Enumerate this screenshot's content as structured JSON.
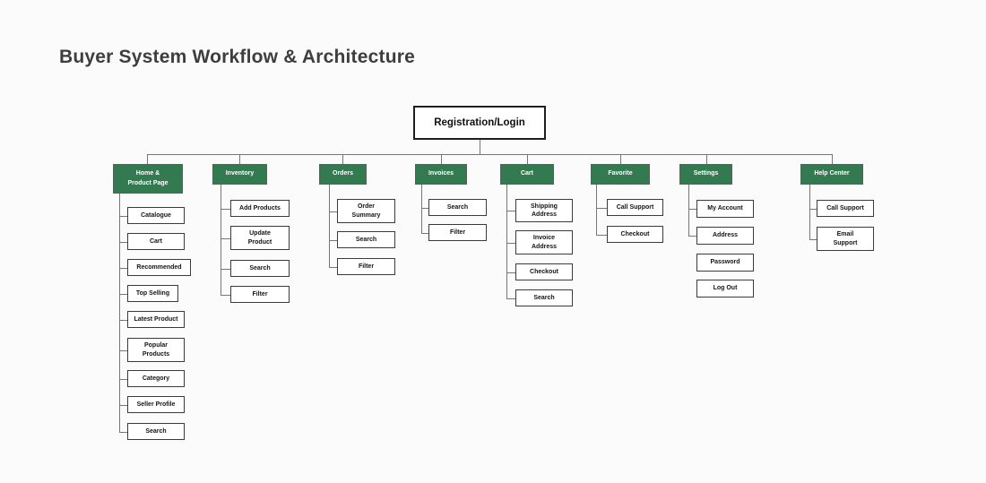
{
  "title": "Buyer System Workflow & Architecture",
  "root": {
    "label": "Registration/Login"
  },
  "columns": [
    {
      "label": "Home &\nProduct Page",
      "children": [
        {
          "label": "Catalogue",
          "connected": true
        },
        {
          "label": "Cart",
          "connected": true
        },
        {
          "label": "Recommended",
          "connected": true
        },
        {
          "label": "Top Selling",
          "connected": true
        },
        {
          "label": "Latest Product",
          "connected": true
        },
        {
          "label": "Popular\nProducts",
          "connected": true
        },
        {
          "label": "Category",
          "connected": true
        },
        {
          "label": "Seller Profile",
          "connected": true
        },
        {
          "label": "Search",
          "connected": true
        }
      ]
    },
    {
      "label": "Inventory",
      "children": [
        {
          "label": "Add Products",
          "connected": true
        },
        {
          "label": "Update\nProduct",
          "connected": true
        },
        {
          "label": "Search",
          "connected": true
        },
        {
          "label": "Filter",
          "connected": true
        }
      ]
    },
    {
      "label": "Orders",
      "children": [
        {
          "label": "Order\nSummary",
          "connected": true
        },
        {
          "label": "Search",
          "connected": true
        },
        {
          "label": "Filter",
          "connected": true
        }
      ]
    },
    {
      "label": "Invoices",
      "children": [
        {
          "label": "Search",
          "connected": true
        },
        {
          "label": "Filter",
          "connected": true
        }
      ]
    },
    {
      "label": "Cart",
      "children": [
        {
          "label": "Shipping\nAddress",
          "connected": true
        },
        {
          "label": "Invoice\nAddress",
          "connected": true
        },
        {
          "label": "Checkout",
          "connected": true
        },
        {
          "label": "Search",
          "connected": true
        }
      ]
    },
    {
      "label": "Favorite",
      "children": [
        {
          "label": "Call Support",
          "connected": true
        },
        {
          "label": "Checkout",
          "connected": true
        }
      ]
    },
    {
      "label": "Settings",
      "children": [
        {
          "label": "My Account",
          "connected": true
        },
        {
          "label": "Address",
          "connected": true
        },
        {
          "label": "Password",
          "connected": false
        },
        {
          "label": "Log Out",
          "connected": false
        }
      ]
    },
    {
      "label": "Help Center",
      "children": [
        {
          "label": "Call Support",
          "connected": true
        },
        {
          "label": "Email\nSupport",
          "connected": true
        }
      ]
    }
  ],
  "colors": {
    "background": "#FBFBFB",
    "title_text": "#3E3E3E",
    "branch_fill": "#337A50",
    "branch_text": "#FFFFFF",
    "child_fill": "#FFFFFF",
    "child_border": "#3A3A3A",
    "root_border": "#1F1F1F",
    "connector_line": "#777777"
  }
}
